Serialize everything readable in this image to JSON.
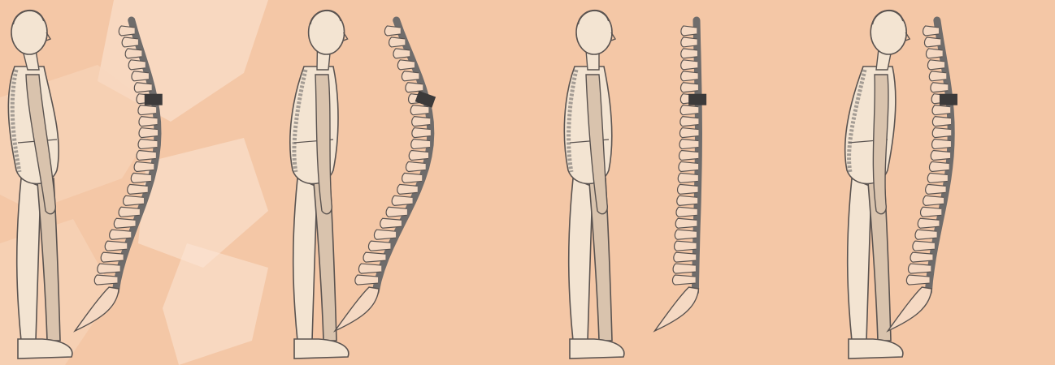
{
  "colors": {
    "background": "#f4c7a6",
    "background_light": "#f8d7bd",
    "background_white_wash": "#fbe6d6",
    "figure_fill": "#f3e4d2",
    "figure_shade": "#d9c3ad",
    "outline": "#5a5350",
    "spine": "#6f6c6b",
    "vertebra_fill": "#f5d9c3",
    "marker": "#3c3a3a"
  },
  "figures": [
    {
      "posture": "sway-back",
      "body_lean": -10,
      "spine_curve": 26
    },
    {
      "posture": "flat-back-kyphotic",
      "body_lean": 6,
      "spine_curve": 34
    },
    {
      "posture": "upright-military",
      "body_lean": 0,
      "spine_curve": 2
    },
    {
      "posture": "forward-head-slouched",
      "body_lean": 12,
      "spine_curve": 14
    }
  ]
}
